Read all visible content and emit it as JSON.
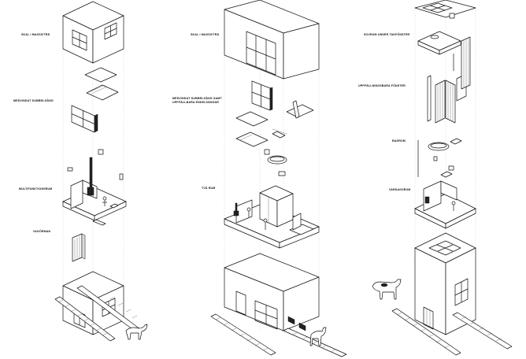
{
  "labels": {
    "col1": [
      "SKAL I MASSIVTRÄ",
      "MEDVINDAT DUBBELGÅNG",
      "MULTIFUNKTIONSRUM",
      "VAGÖRMAN"
    ],
    "col2": [
      "SKAL I MASSIVTRÄ",
      "MEDVINDAT DUBBELGÅNG SAMT",
      "UPPFÄLLBARA ENKELSÄNGAR",
      "TVÅ RUM"
    ],
    "col3": [
      "SOVRUM UNDER TAKFÖNSTER",
      "UPPFÄLLNINGSBARA FÖNSTER",
      "BADRUM",
      "VARDAGSRUM"
    ]
  }
}
